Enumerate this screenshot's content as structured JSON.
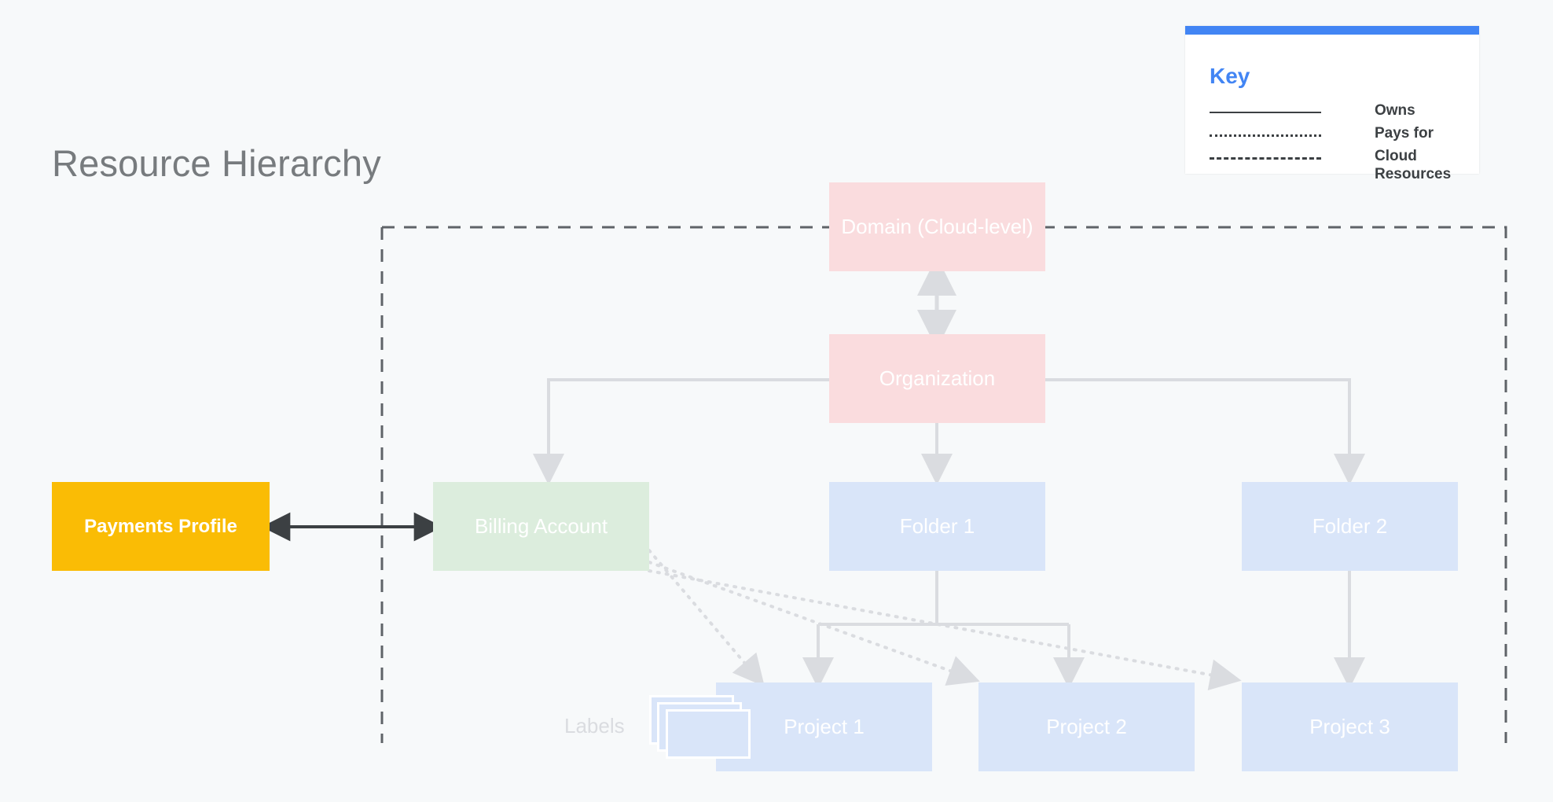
{
  "page": {
    "title": "Resource Hierarchy",
    "background_color": "#F7F9FA"
  },
  "legend": {
    "title": "Key",
    "accent_color": "#4285F4",
    "items": [
      {
        "style": "solid",
        "label": "Owns"
      },
      {
        "style": "dotted",
        "label": "Pays for"
      },
      {
        "style": "dashed",
        "label": "Cloud Resources"
      }
    ]
  },
  "nodes": {
    "domain": {
      "label": "Domain (Cloud-level)",
      "color": "#FADCDE"
    },
    "org": {
      "label": "Organization",
      "color": "#FADCDE"
    },
    "billing": {
      "label": "Billing Account",
      "color": "#DCEDDD"
    },
    "folder1": {
      "label": "Folder 1",
      "color": "#D9E5F9"
    },
    "folder2": {
      "label": "Folder 2",
      "color": "#D9E5F9"
    },
    "project1": {
      "label": "Project 1",
      "color": "#D9E5F9"
    },
    "project2": {
      "label": "Project 2",
      "color": "#D9E5F9"
    },
    "project3": {
      "label": "Project 3",
      "color": "#D9E5F9"
    },
    "payments": {
      "label": "Payments Profile",
      "color": "#FABC05"
    }
  },
  "annotations": {
    "labels": "Labels"
  }
}
